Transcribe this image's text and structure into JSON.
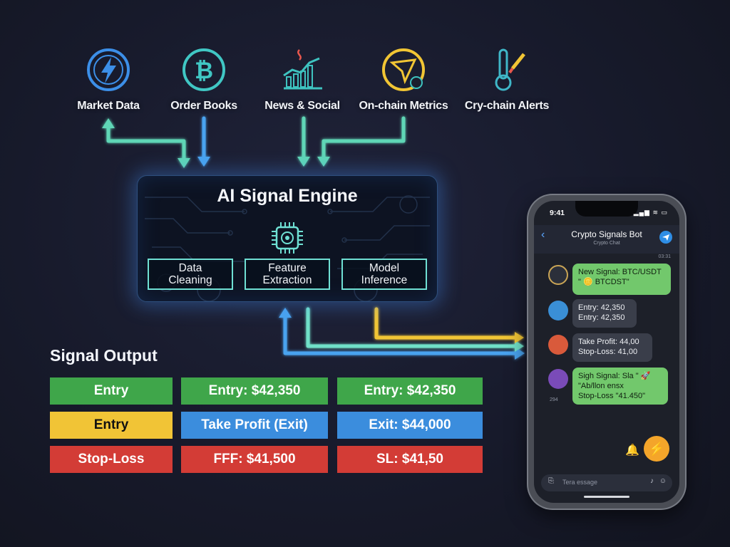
{
  "sources": [
    {
      "label": "Market Data",
      "icon": "lightning-icon",
      "color": "#3c8fe8"
    },
    {
      "label": "Order Books",
      "icon": "bitcoin-icon",
      "color": "#40c7c4"
    },
    {
      "label": "News & Social",
      "icon": "trend-chart-icon",
      "color": "#3ec3c0"
    },
    {
      "label": "On-chain Metrics",
      "icon": "send-pointer-icon",
      "color": "#f1c534"
    },
    {
      "label": "Cry-chain Alerts",
      "icon": "thermometer-pen-icon",
      "color": "#3fb7c8"
    }
  ],
  "engine": {
    "title": "AI Signal Engine",
    "stages": [
      "Data\nCleaning",
      "Feature\nExtraction",
      "Model\nInference"
    ]
  },
  "output": {
    "title": "Signal Output",
    "rows": [
      {
        "cells": [
          "Entry",
          "Entry: $42,350",
          "Entry: $42,350"
        ],
        "colors": [
          "#3fa64a",
          "#3fa64a",
          "#3fa64a"
        ]
      },
      {
        "cells": [
          "Entry",
          "Take Profit (Exit)",
          "Exit: $44,000"
        ],
        "colors": [
          "#f1c436",
          "#3b8ddd",
          "#3b8ddd"
        ]
      },
      {
        "cells": [
          "Stop-Loss",
          "FFF: $41,500",
          "SL: $41,50"
        ],
        "colors": [
          "#d33c36",
          "#d33c36",
          "#d33c36"
        ]
      }
    ]
  },
  "phone": {
    "time": "9:41",
    "status_icons": "▂▄▆ ≋ ▭",
    "bot_name": "Crypto Signals Bot",
    "bot_subtitle": "Crypto Chat",
    "header_time": "03:31",
    "messages": [
      {
        "text": "New Signal: BTC/USDT\n\" 🪙           BTCDST\"",
        "style": "green"
      },
      {
        "text": "Entry: 42,350\nEntry: 42,350",
        "style": "gray"
      },
      {
        "text": "Take Profit: 44,00\nStop-Loss: 41,00",
        "style": "gray"
      },
      {
        "text": "Sigh Signal: Sla \" 🚀\n\"Ab/llon ensx\nStop-Loss  \"41.450\"",
        "style": "green"
      }
    ],
    "msg_time": "294",
    "input_placeholder": "Tera essage"
  }
}
